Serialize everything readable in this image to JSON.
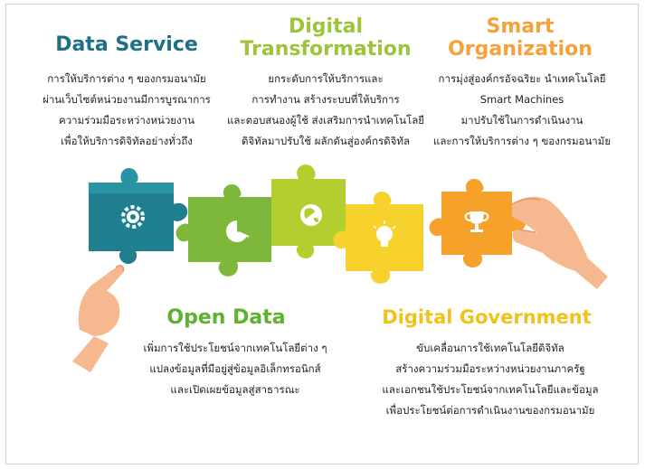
{
  "sections": {
    "data_service": {
      "title": "Data Service",
      "lines": [
        "การให้บริการต่าง ๆ ของกรมอนามัย",
        "ผ่านเว็บไซต์หน่วยงานมีการบูรณาการ",
        "ความร่วมมือระหว่างหน่วยงาน",
        "เพื่อให้บริการดิจิทัลอย่างทั่วถึง"
      ],
      "color": "#1f6f86"
    },
    "digital_transformation": {
      "title_line1": "Digital",
      "title_line2": "Transformation",
      "lines": [
        "ยกระดับการให้บริการและ",
        "การทำงาน สร้างระบบที่ให้บริการ",
        "และตอบสนองผู้ใช้ ส่งเสริมการนำเทคโนโลยี",
        "ดิจิทัลมาปรับใช้ ผลักดันสู่องค์กรดิจิทัล"
      ],
      "color": "#9cc53a"
    },
    "smart_organization": {
      "title_line1": "Smart",
      "title_line2": "Organization",
      "lines": [
        "การมุ่งสู่องค์กรอัจฉริยะ นำเทคโนโลยี",
        "Smart Machines",
        "มาปรับใช้ในการดำเนินงาน",
        "และการให้บริการต่าง ๆ ของกรมอนามัย"
      ],
      "color": "#f6a13a"
    },
    "open_data": {
      "title": "Open Data",
      "lines": [
        "เพิ่มการใช้ประโยชน์จากเทคโนโลยีต่าง ๆ",
        "แปลงข้อมูลที่มีอยู่สู่ข้อมูลอิเล็กทรอนิกส์",
        "และเปิดเผยข้อมูลสู่สาธารณะ"
      ],
      "color": "#5cb231"
    },
    "digital_government": {
      "title": "Digital Government",
      "lines": [
        "ขับเคลื่อนการใช้เทคโนโลยีดิจิทัล",
        "สร้างความร่วมมือระหว่างหน่วยงานภาครัฐ",
        "และเอกชนใช้ประโยชน์จากเทคโนโลยีและข้อมูล",
        "เพื่อประโยชน์ต่อการดำเนินงานของกรมอนามัย"
      ],
      "color": "#f2c21c"
    }
  },
  "puzzle_colors": {
    "teal": "#1f7f8f",
    "green": "#7db83a",
    "lime": "#b3cf2f",
    "yellow": "#f7d12c",
    "orange": "#f6a12a",
    "skin": "#f6b98f"
  },
  "icons": [
    "gear-icon",
    "pie-chart-icon",
    "globe-icon",
    "lightbulb-icon",
    "trophy-icon"
  ]
}
